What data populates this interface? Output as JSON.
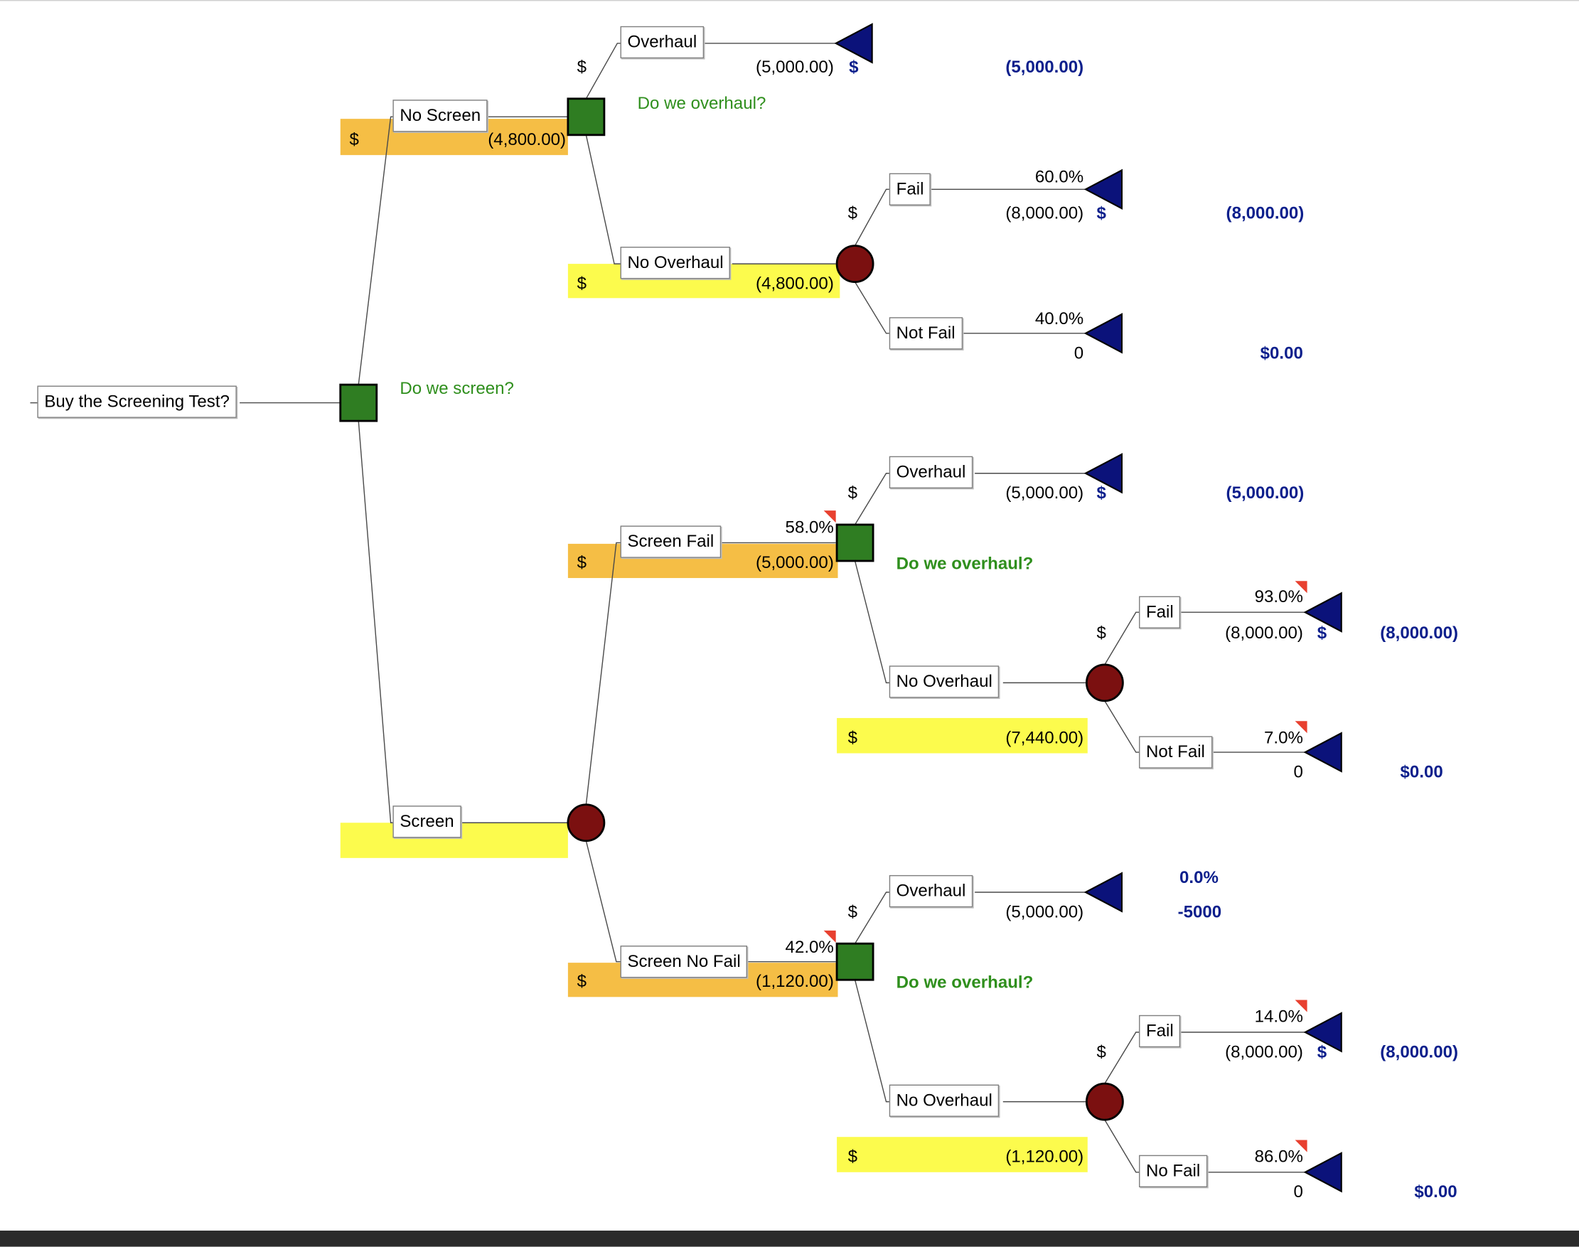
{
  "root_label": "Buy the Screening Test?",
  "decision_screen": "Do we screen?",
  "no_screen": {
    "label": "No Screen",
    "dollar": "$",
    "value": "(4,800.00)",
    "question": "Do we overhaul?",
    "overhaul": {
      "label": "Overhaul",
      "dollar": "$",
      "value": "(5,000.00)",
      "end_dollar": "$",
      "payoff": "(5,000.00)"
    },
    "no_overhaul": {
      "label": "No Overhaul",
      "dollar": "$",
      "value": "(4,800.00)",
      "chance_dollar": "$",
      "fail": {
        "label": "Fail",
        "prob": "60.0%",
        "value": "(8,000.00)",
        "end_dollar": "$",
        "payoff": "(8,000.00)"
      },
      "not_fail": {
        "label": "Not Fail",
        "prob": "40.0%",
        "value": "0",
        "payoff": "$0.00"
      }
    }
  },
  "screen": {
    "label": "Screen",
    "screen_fail": {
      "label": "Screen Fail",
      "prob": "58.0%",
      "dollar": "$",
      "value": "(5,000.00)",
      "question": "Do we overhaul?",
      "overhaul": {
        "label": "Overhaul",
        "dollar": "$",
        "value": "(5,000.00)",
        "end_dollar": "$",
        "payoff": "(5,000.00)"
      },
      "no_overhaul": {
        "label": "No Overhaul",
        "dollar": "$",
        "value": "(7,440.00)",
        "chance_dollar": "$",
        "fail": {
          "label": "Fail",
          "prob": "93.0%",
          "value": "(8,000.00)",
          "end_dollar": "$",
          "payoff": "(8,000.00)"
        },
        "not_fail": {
          "label": "Not Fail",
          "prob": "7.0%",
          "value": "0",
          "payoff": "$0.00"
        }
      }
    },
    "screen_no_fail": {
      "label": "Screen No Fail",
      "prob": "42.0%",
      "dollar": "$",
      "value": "(1,120.00)",
      "question": "Do we overhaul?",
      "overhaul": {
        "label": "Overhaul",
        "dollar": "$",
        "value": "(5,000.00)",
        "prob": "0.0%",
        "payoff": "-5000"
      },
      "no_overhaul": {
        "label": "No Overhaul",
        "dollar": "$",
        "value": "(1,120.00)",
        "chance_dollar": "$",
        "fail": {
          "label": "Fail",
          "prob": "14.0%",
          "value": "(8,000.00)",
          "end_dollar": "$",
          "payoff": "(8,000.00)"
        },
        "no_fail": {
          "label": "No Fail",
          "prob": "86.0%",
          "value": "0",
          "payoff": "$0.00"
        }
      }
    }
  },
  "colors": {
    "decision_node": "#2f7d22",
    "chance_node": "#7b1010",
    "terminal_node": "#0b127a",
    "highlight_orange": "#f5be45",
    "highlight_yellow": "#fcfb4d"
  }
}
